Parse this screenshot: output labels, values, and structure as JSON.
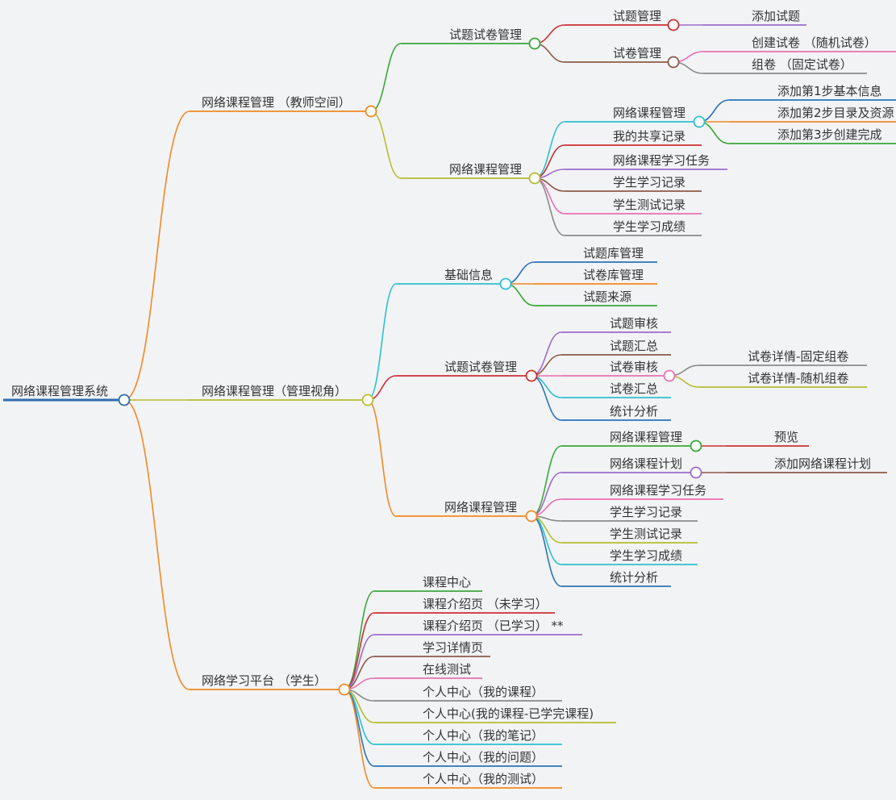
{
  "colors": {
    "orange": "#f08a24",
    "olive": "#b5bd2f",
    "green": "#39a838",
    "teal": "#2ec0cf",
    "red": "#cc2f33",
    "brown": "#8c5a47",
    "purple": "#9c6ccc",
    "blue": "#2b73b8",
    "pink": "#e86fb0",
    "gray": "#8a8a8a",
    "rootblue": "#2b6cb0"
  },
  "mindmap": {
    "root": "网络课程管理系统",
    "branches": [
      {
        "label": "网络课程管理 （教师空间）",
        "children": [
          {
            "label": "试题试卷管理",
            "children": [
              {
                "label": "试题管理",
                "children": [
                  {
                    "label": "添加试题"
                  }
                ]
              },
              {
                "label": "试卷管理",
                "children": [
                  {
                    "label": "创建试卷 （随机试卷）"
                  },
                  {
                    "label": "组卷 （固定试卷）"
                  }
                ]
              }
            ]
          },
          {
            "label": "网络课程管理",
            "children": [
              {
                "label": "网络课程管理",
                "children": [
                  {
                    "label": "添加第1步基本信息"
                  },
                  {
                    "label": "添加第2步目录及资源"
                  },
                  {
                    "label": "添加第3步创建完成"
                  }
                ]
              },
              {
                "label": "我的共享记录"
              },
              {
                "label": "网络课程学习任务"
              },
              {
                "label": "学生学习记录"
              },
              {
                "label": "学生测试记录"
              },
              {
                "label": "学生学习成绩"
              }
            ]
          }
        ]
      },
      {
        "label": "网络课程管理（管理视角）",
        "children": [
          {
            "label": "基础信息",
            "children": [
              {
                "label": "试题库管理"
              },
              {
                "label": "试卷库管理"
              },
              {
                "label": "试题来源"
              }
            ]
          },
          {
            "label": "试题试卷管理",
            "children": [
              {
                "label": "试题审核"
              },
              {
                "label": "试题汇总"
              },
              {
                "label": "试卷审核",
                "children": [
                  {
                    "label": "试卷详情-固定组卷"
                  },
                  {
                    "label": "试卷详情-随机组卷"
                  }
                ]
              },
              {
                "label": "试卷汇总"
              },
              {
                "label": "统计分析"
              }
            ]
          },
          {
            "label": "网络课程管理",
            "children": [
              {
                "label": "网络课程管理",
                "children": [
                  {
                    "label": "预览"
                  }
                ]
              },
              {
                "label": "网络课程计划",
                "children": [
                  {
                    "label": "添加网络课程计划"
                  }
                ]
              },
              {
                "label": "网络课程学习任务"
              },
              {
                "label": "学生学习记录"
              },
              {
                "label": "学生测试记录"
              },
              {
                "label": "学生学习成绩"
              },
              {
                "label": "统计分析"
              }
            ]
          }
        ]
      },
      {
        "label": "网络学习平台 （学生）",
        "children": [
          {
            "label": "课程中心"
          },
          {
            "label": "课程介绍页 （未学习）"
          },
          {
            "label": "课程介绍页 （已学习） **"
          },
          {
            "label": "学习详情页"
          },
          {
            "label": "在线测试"
          },
          {
            "label": "个人中心（我的课程）"
          },
          {
            "label": "个人中心(我的课程-已学完课程)"
          },
          {
            "label": "个人中心（我的笔记）"
          },
          {
            "label": "个人中心（我的问题）"
          },
          {
            "label": "个人中心（我的测试）"
          }
        ]
      }
    ]
  }
}
